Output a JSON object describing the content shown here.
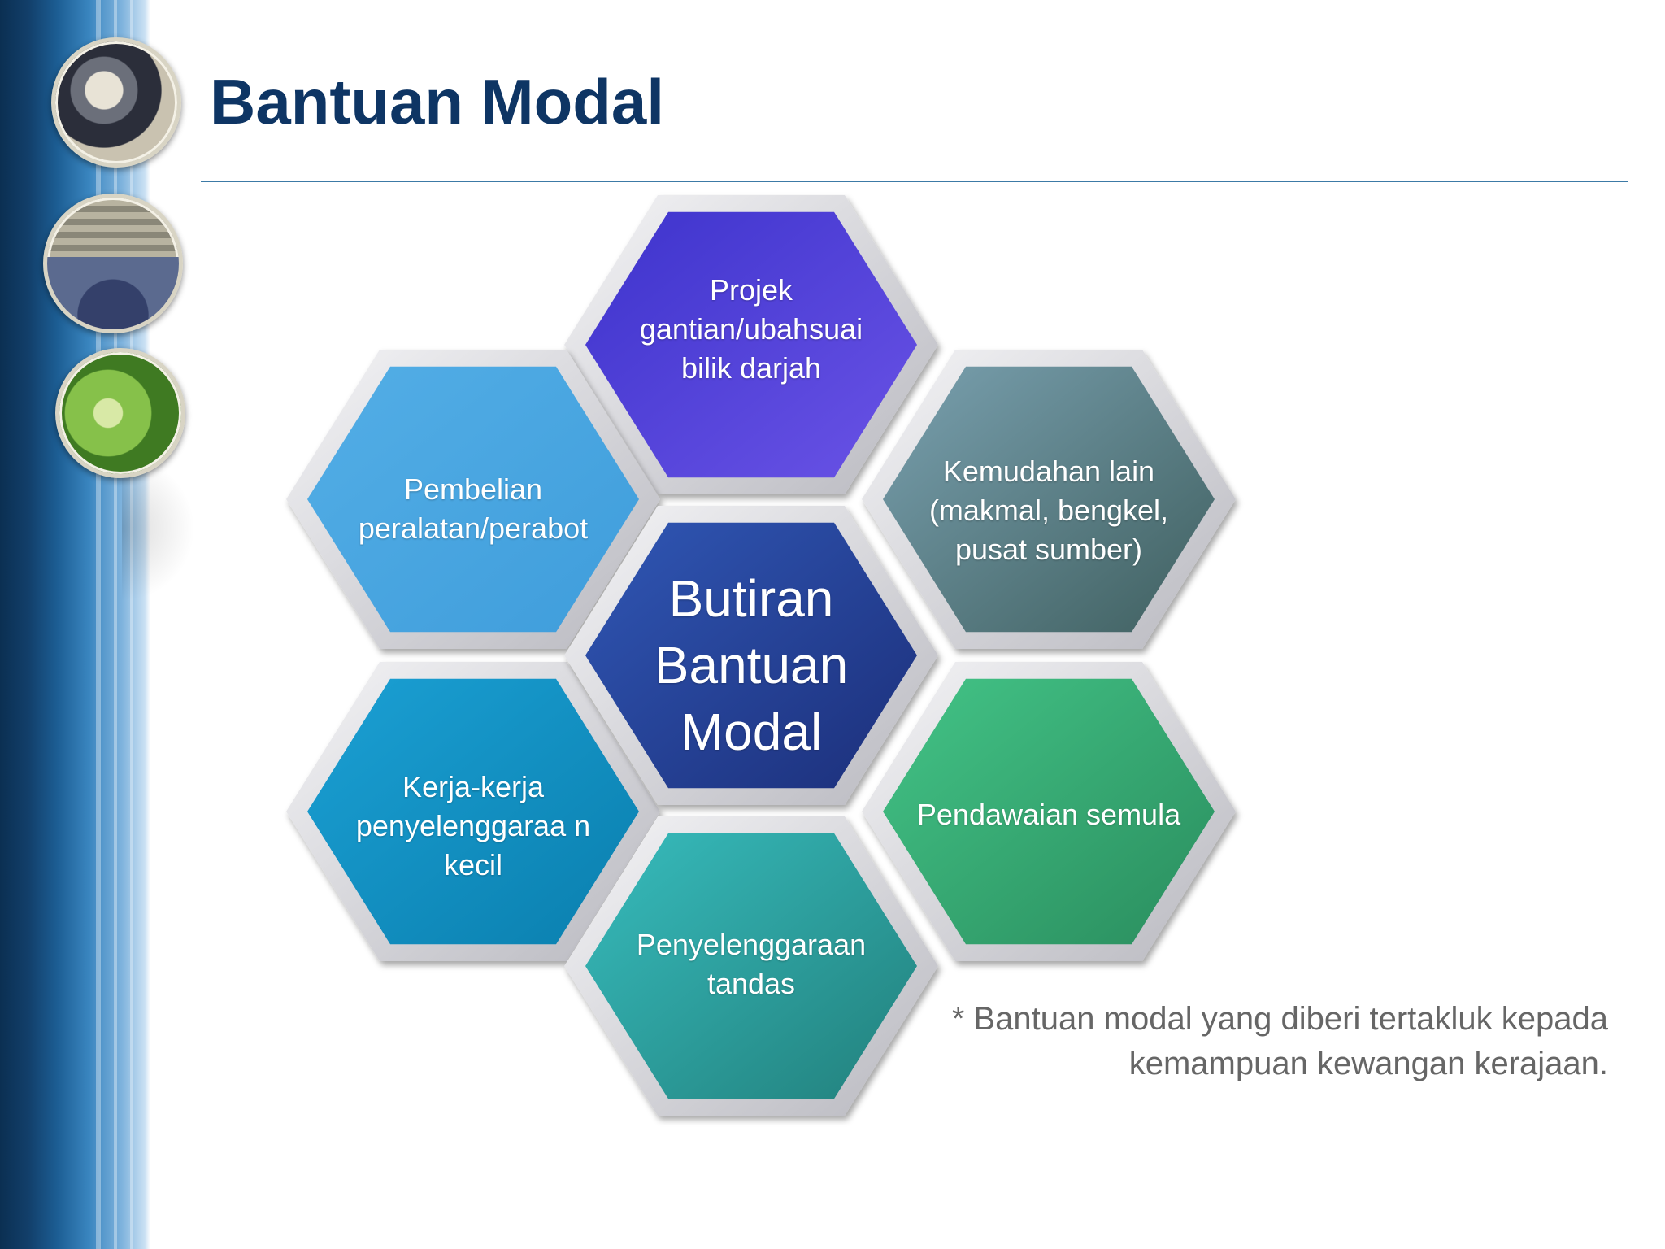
{
  "slide": {
    "title": "Bantuan Modal",
    "footnote": "* Bantuan modal yang diberi tertakluk kepada kemampuan kewangan kerajaan."
  },
  "diagram": {
    "center": {
      "label": "Butiran Bantuan Modal",
      "color_top": "#3057b5",
      "color_bottom": "#1c2f7a"
    },
    "hexagons": [
      {
        "name": "hex-top",
        "label": "Projek gantian/ubahsuai bilik darjah",
        "color_top": "#3d33cc",
        "color_bottom": "#6a53e6"
      },
      {
        "name": "hex-upper-left",
        "label": "Pembelian peralatan/perabot",
        "color_top": "#53aee6",
        "color_bottom": "#3f9ddb"
      },
      {
        "name": "hex-upper-right",
        "label": "Kemudahan lain (makmal, bengkel, pusat sumber)",
        "color_top": "#7aa1b0",
        "color_bottom": "#3f5f5f"
      },
      {
        "name": "hex-lower-left",
        "label": "Kerja-kerja penyelenggaraa n kecil",
        "color_top": "#1ba0d4",
        "color_bottom": "#0a7fae"
      },
      {
        "name": "hex-lower-right",
        "label": "Pendawaian semula",
        "color_top": "#43c487",
        "color_bottom": "#2a8d5e"
      },
      {
        "name": "hex-bottom",
        "label": "Penyelenggaraan tandas",
        "color_top": "#37bcbd",
        "color_bottom": "#22807c"
      }
    ]
  }
}
